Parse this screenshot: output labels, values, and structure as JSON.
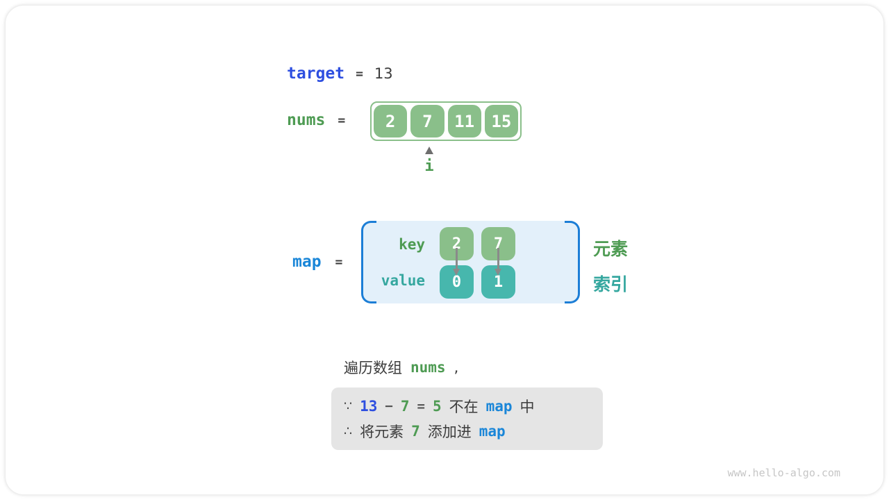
{
  "page": {
    "watermark": "www.hello-algo.com"
  },
  "colors": {
    "royal_blue": "#2e4fe0",
    "sky_blue": "#1a86d8",
    "green": "#4e9b53",
    "teal": "#35a79f",
    "green_cell": "#8abf8a",
    "teal_cell": "#47b7ad",
    "dark_text": "#3c3c3c",
    "note_bg": "#e5e5e5",
    "map_bg": "#e3f0fa",
    "bracket_blue": "#1c7ed6",
    "arrow_gray": "#8a8a8a",
    "watermark_gray": "#c6c6c6"
  },
  "target_row": {
    "label": "target",
    "equals": "=",
    "value": "13"
  },
  "nums_row": {
    "label": "nums",
    "equals": "=",
    "cells": [
      "2",
      "7",
      "11",
      "15"
    ],
    "pointer_label": "i"
  },
  "map_row": {
    "label": "map",
    "equals": "=",
    "key_label": "key",
    "value_label": "value",
    "pairs": [
      {
        "key": "2",
        "value": "0"
      },
      {
        "key": "7",
        "value": "1"
      }
    ],
    "right_labels": {
      "key": "元素",
      "value": "索引"
    }
  },
  "caption": {
    "prefix": "遍历数组",
    "code": "nums",
    "suffix": ","
  },
  "note_box": {
    "line1": {
      "because": "∵",
      "n1": "13",
      "minus": "−",
      "n2": "7",
      "equals": "=",
      "n3": "5",
      "text1": "不在",
      "code": "map",
      "text2": "中"
    },
    "line2": {
      "therefore": "∴",
      "text1": "将元素",
      "n1": "7",
      "text2": "添加进",
      "code": "map"
    }
  }
}
